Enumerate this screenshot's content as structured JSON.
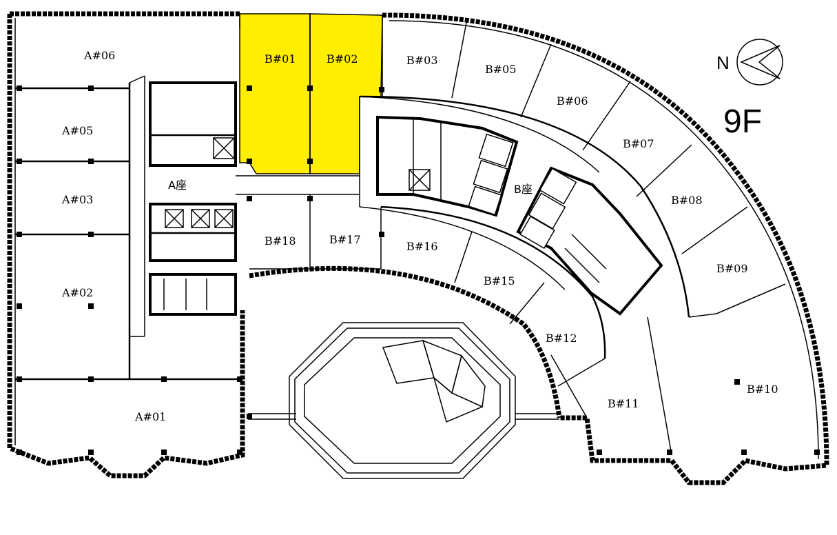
{
  "floor": {
    "label": "9F"
  },
  "compass": {
    "label": "N"
  },
  "colors": {
    "highlight": "#ffee00",
    "line": "#000000",
    "background": "#ffffff"
  },
  "zones": {
    "a": "A座",
    "b": "B座"
  },
  "highlighted_units": [
    "B#01",
    "B#02"
  ],
  "units": {
    "a01": "A#01",
    "a02": "A#02",
    "a03": "A#03",
    "a05": "A#05",
    "a06": "A#06",
    "b01": "B#01",
    "b02": "B#02",
    "b03": "B#03",
    "b05": "B#05",
    "b06": "B#06",
    "b07": "B#07",
    "b08": "B#08",
    "b09": "B#09",
    "b10": "B#10",
    "b11": "B#11",
    "b12": "B#12",
    "b15": "B#15",
    "b16": "B#16",
    "b17": "B#17",
    "b18": "B#18"
  }
}
